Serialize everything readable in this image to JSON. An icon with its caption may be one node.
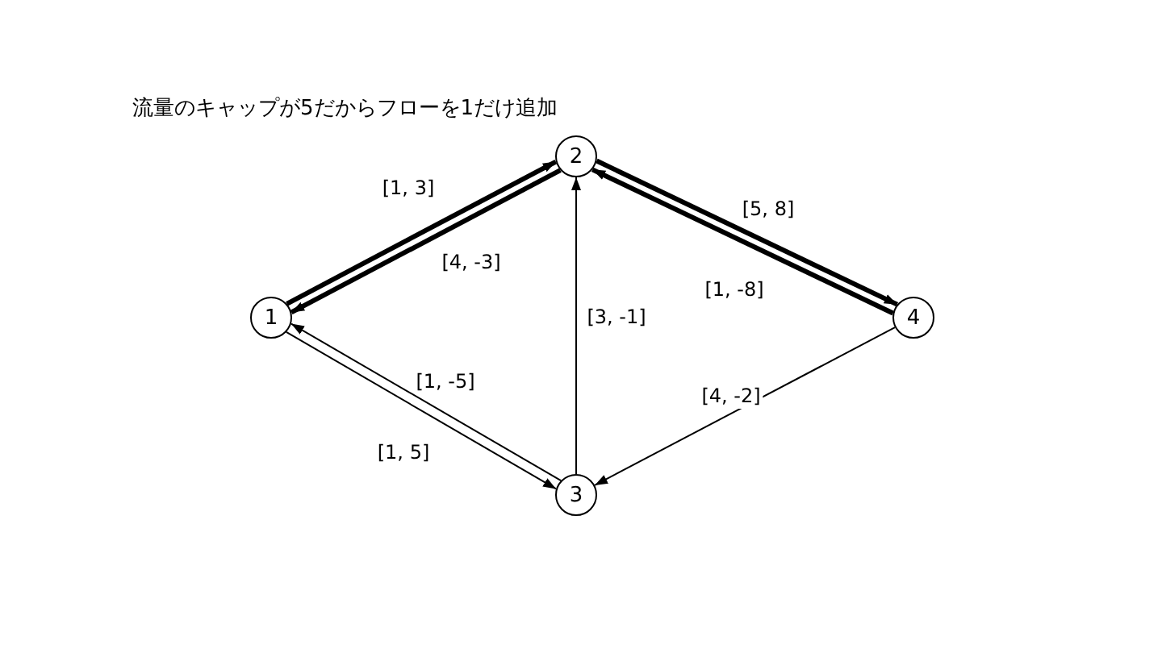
{
  "diagram": {
    "title": "流量のキャップが5だからフローを1だけ追加",
    "nodes": [
      {
        "text": [
          "1"
        ]
      },
      {
        "text": [
          "2"
        ]
      },
      {
        "text": [
          "3"
        ]
      },
      {
        "text": [
          "4"
        ]
      }
    ],
    "edges": [
      {
        "from": 0,
        "to": 1,
        "arrow": "to",
        "label": "[1, 3]",
        "style": "thick"
      },
      {
        "from": 1,
        "to": 0,
        "arrow": "to",
        "label": "[4, -3]",
        "style": "thick"
      },
      {
        "from": 1,
        "to": 3,
        "arrow": "to",
        "label": "[5, 8]",
        "style": "thick"
      },
      {
        "from": 3,
        "to": 1,
        "arrow": "to",
        "label": "[1, -8]",
        "style": "thick"
      },
      {
        "from": 2,
        "to": 1,
        "arrow": "to",
        "label": "[3, -1]"
      },
      {
        "from": 2,
        "to": 0,
        "arrow": "to",
        "label": "[1, -5]"
      },
      {
        "from": 0,
        "to": 2,
        "arrow": "to",
        "label": "[1, 5]"
      },
      {
        "from": 3,
        "to": 2,
        "arrow": "to",
        "label": "[4, -2]"
      }
    ]
  }
}
